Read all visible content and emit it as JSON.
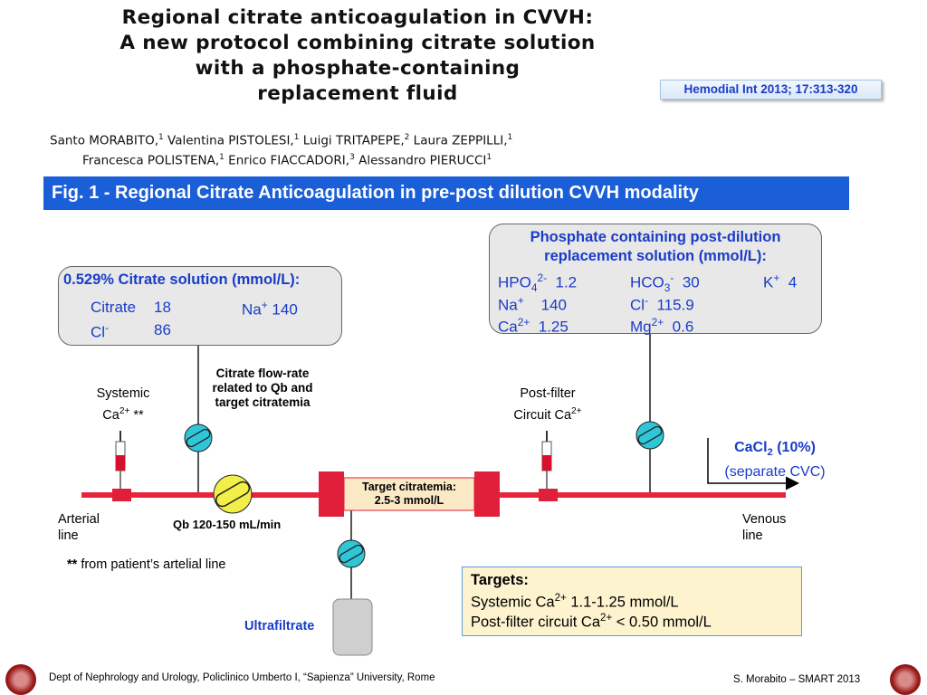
{
  "title": {
    "line1": "Regional citrate anticoagulation in CVVH:",
    "line2": "A new protocol combining citrate solution",
    "line3": "with a phosphate-containing",
    "line4": "replacement fluid"
  },
  "citation": "Hemodial Int 2013; 17:313-320",
  "authors": {
    "line1": [
      {
        "name": "Santo MORABITO,",
        "aff": "1"
      },
      {
        "name": " Valentina PISTOLESI,",
        "aff": "1"
      },
      {
        "name": " Luigi TRITAPEPE,",
        "aff": "2"
      },
      {
        "name": " Laura ZEPPILLI,",
        "aff": "1"
      }
    ],
    "line2": [
      {
        "name": "Francesca POLISTENA,",
        "aff": "1"
      },
      {
        "name": " Enrico FIACCADORI,",
        "aff": "3"
      },
      {
        "name": " Alessandro PIERUCCI",
        "aff": "1"
      }
    ]
  },
  "figure_title": "Fig. 1 - Regional Citrate Anticoagulation in pre-post dilution CVVH modality",
  "citrate_box": {
    "title": "0.529% Citrate solution (mmol/L):",
    "citrate_label": "Citrate",
    "citrate_value": "18",
    "na_label": "Na",
    "na_charge": "+",
    "na_value": "140",
    "cl_label": "Cl",
    "cl_charge": "-",
    "cl_value": "86"
  },
  "phosphate_box": {
    "title1": "Phosphate containing post-dilution",
    "title2": "replacement solution (mmol/L):",
    "hpo4_base": "HPO",
    "hpo4_sub": "4",
    "hpo4_sup": "2-",
    "hpo4_value": "1.2",
    "hco3_base": "HCO",
    "hco3_sub": "3",
    "hco3_sup": "-",
    "hco3_value": "30",
    "k_label": "K",
    "k_sup": "+",
    "k_value": "4",
    "na_label": "Na",
    "na_sup": "+",
    "na_value": "140",
    "cl_label": "Cl",
    "cl_sup": "-",
    "cl_value": "115.9",
    "ca_label": "Ca",
    "ca_sup": "2+",
    "ca_value": "1.25",
    "mg_label": "Mg",
    "mg_sup": "2+",
    "mg_value": "0.6"
  },
  "labels": {
    "systemic1": "Systemic",
    "systemic2_base": "Ca",
    "systemic2_sup": "2+",
    "systemic2_tail": " **",
    "flow1": "Citrate flow-rate",
    "flow2": "related to Qb and",
    "flow3": "target citratemia",
    "postfilter1": "Post-filter",
    "postfilter2_base": "Circuit Ca",
    "postfilter2_sup": "2+",
    "cacl_base": "CaCl",
    "cacl_sub": "2",
    "cacl_tail": " (10%)",
    "cacl2": "(separate CVC)",
    "target_citratemia1": "Target citratemia:",
    "target_citratemia2": "2.5-3 mmol/L",
    "arterial1": "Arterial",
    "arterial2": "line",
    "venous1": "Venous",
    "venous2": "line",
    "qb": "Qb 120-150 mL/min",
    "footnote_mark": "**",
    "footnote": " from patient’s artelial line",
    "ultrafiltrate": "Ultrafiltrate"
  },
  "targets": {
    "title": "Targets:",
    "line1_base": "Systemic Ca",
    "line1_sup": "2+",
    "line1_tail": " 1.1-1.25 mmol/L",
    "line2_base": "Post-filter circuit Ca",
    "line2_sup": "2+",
    "line2_tail": " < 0.50 mmol/L"
  },
  "footer": {
    "left": "Dept of Nephrology and Urology, Policlinico Umberto I, “Sapienza” University, Rome",
    "right": "S. Morabito – SMART 2013"
  },
  "colors": {
    "figure_bar": "#1a5ed8",
    "line": "#e8243c",
    "filter": "#e0203a",
    "pump_cyan": "#2fc6d8",
    "pump_yellow": "#f2ee4a",
    "text_blue": "#1a3cc8",
    "targets_bg": "#fdf3cf"
  }
}
